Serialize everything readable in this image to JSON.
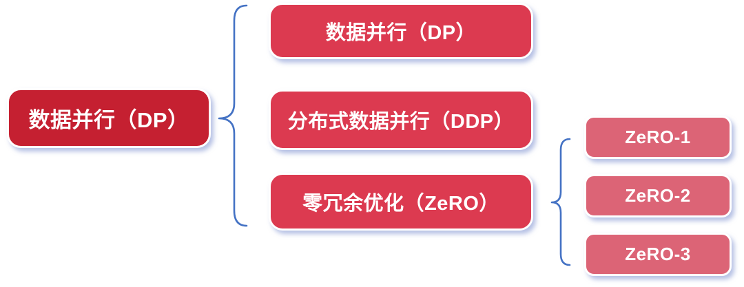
{
  "colors": {
    "background": "#FFFFFF",
    "root-box": "#C52031",
    "level2-box": "#DC3A50",
    "level3-box": "#DC6476",
    "box-text": "#FFFFFF",
    "brace": "#4472C4"
  },
  "diagram": {
    "root": {
      "label": "数据并行（DP）"
    },
    "level2": [
      {
        "label": "数据并行（DP）"
      },
      {
        "label": "分布式数据并行（DDP）"
      },
      {
        "label": "零冗余优化（ZeRO）"
      }
    ],
    "level3": [
      {
        "label": "ZeRO-1"
      },
      {
        "label": "ZeRO-2"
      },
      {
        "label": "ZeRO-3"
      }
    ]
  }
}
